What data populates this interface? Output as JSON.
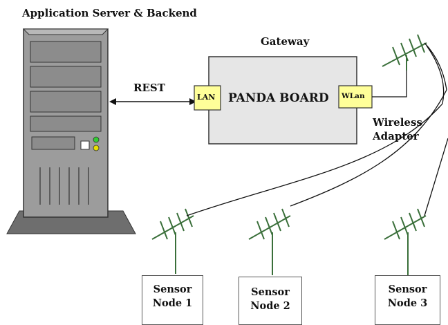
{
  "title": "Application Server & Backend",
  "gateway_label": "Gateway",
  "board_label": "PANDA BOARD",
  "lan_label": "LAN",
  "wlan_label": "WLan",
  "rest_label": "REST",
  "wireless_adapter_label": [
    "Wireless",
    "Adapter"
  ],
  "sensor_nodes": [
    {
      "line1": "Sensor",
      "line2": "Node 1"
    },
    {
      "line1": "Sensor",
      "line2": "Node 2"
    },
    {
      "line1": "Sensor",
      "line2": "Node 3"
    }
  ],
  "colors": {
    "server_body": "#9c9c9c",
    "gateway_fill": "#e6e6e6",
    "port_fill": "#ffff99",
    "antenna": "#3a6f3a",
    "led_green": "#33cc33",
    "led_yellow": "#e8e000"
  }
}
